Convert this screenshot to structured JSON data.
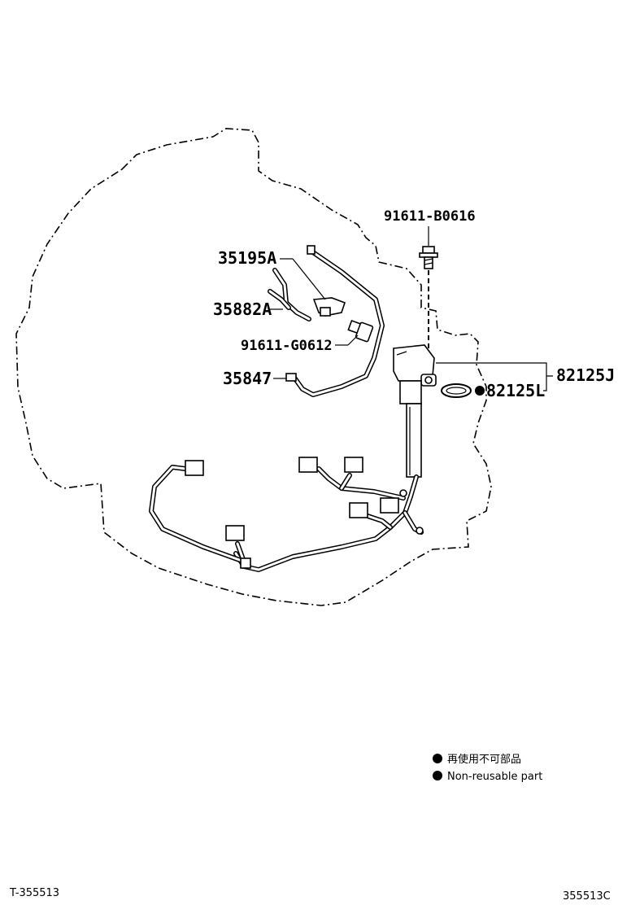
{
  "diagram": {
    "part_numbers": {
      "bolt_top": "91611-B0616",
      "clamp": "35195A",
      "hose": "35882A",
      "bolt_mid": "91611-G0612",
      "tube": "35847",
      "sensor_assy": "82125J",
      "oring": "82125L"
    },
    "legend": {
      "jp": "再使用不可部品",
      "en": "Non-reusable part"
    },
    "footer": {
      "left": "T-355513",
      "right": "355513C"
    }
  }
}
